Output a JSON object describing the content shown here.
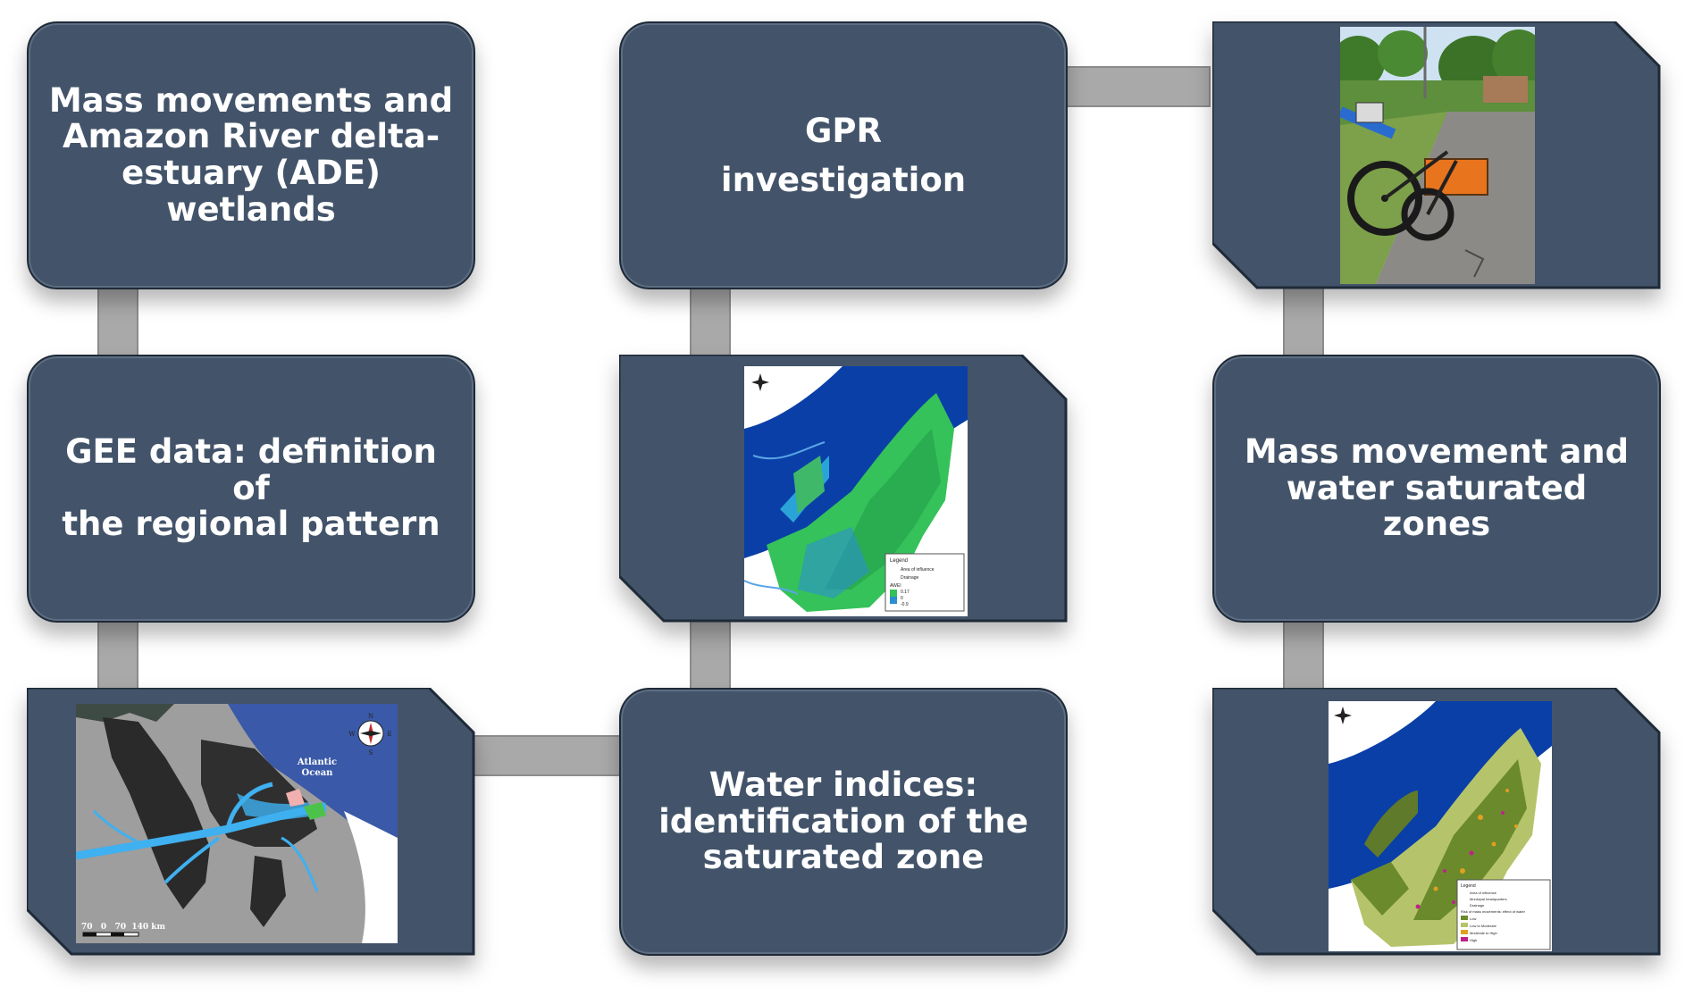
{
  "boxes": {
    "mass_movements": "Mass movements and\nAmazon River delta-\nestuary (ADE) wetlands",
    "gpr": "GPR\ninvestigation",
    "gee": "GEE data: definition of\nthe regional pattern",
    "mass_saturated": "Mass movement and\nwater saturated zones",
    "water_indices": "Water indices:\nidentification of the\nsaturated zone"
  },
  "map1": {
    "ocean_label_1": "Atlantic",
    "ocean_label_2": "Ocean",
    "scale": "70   0   70  140 km",
    "compass_n": "N",
    "compass_s": "S",
    "compass_e": "E",
    "compass_w": "W"
  },
  "map2": {
    "legend_title": "Legend",
    "legend_items": [
      "Area of influence",
      "Drainage",
      "AWEI",
      "0.17",
      "0",
      "-0.9"
    ]
  },
  "map3": {
    "legend_title": "Legend",
    "legend_items": [
      "Area of influence",
      "Municipal headquarters",
      "Drainage",
      "Risk of mass movements: effect of water",
      "Low",
      "Low to Moderate",
      "Moderate to High",
      "High"
    ]
  },
  "colors": {
    "box_fill": "#43546a",
    "connector": "#a9a9a9",
    "water_blue": "#0a3fa8",
    "river_cyan": "#3aa6f0"
  }
}
